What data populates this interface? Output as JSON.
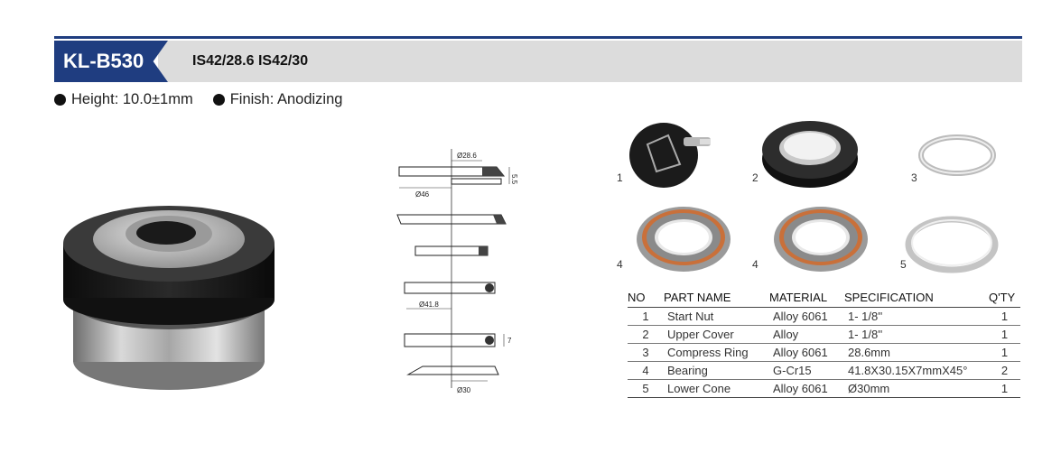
{
  "header": {
    "model": "KL-B530",
    "sizes": "IS42/28.6  IS42/30"
  },
  "specs": {
    "height": "Height: 10.0±1mm",
    "finish": "Finish: Anodizing"
  },
  "drawing": {
    "dim_top_dia": "Ø28.6",
    "dim_outer_dia": "Ø46",
    "dim_height": "5.5",
    "dim_bearing_dia": "Ø41.8",
    "dim_bearing_h": "7",
    "dim_bottom_dia": "Ø30"
  },
  "part_numbers": [
    "1",
    "2",
    "3",
    "4",
    "4",
    "5"
  ],
  "table": {
    "headers": [
      "NO",
      "PART NAME",
      "MATERIAL",
      "SPECIFICATION",
      "Q'TY"
    ],
    "rows": [
      [
        "1",
        "Start Nut",
        "Alloy  6061",
        "1- 1/8''",
        "1"
      ],
      [
        "2",
        "Upper Cover",
        "Alloy",
        "1- 1/8''",
        "1"
      ],
      [
        "3",
        "Compress Ring",
        "Alloy  6061",
        "28.6mm",
        "1"
      ],
      [
        "4",
        "Bearing",
        "G-Cr15",
        "41.8X30.15X7mmX45°",
        "2"
      ],
      [
        "5",
        "Lower Cone",
        "Alloy  6061",
        "Ø30mm",
        "1"
      ]
    ]
  },
  "colors": {
    "brand_blue": "#1f3d80",
    "header_gray": "#dcdcdc",
    "seal_orange": "#c9703a"
  }
}
